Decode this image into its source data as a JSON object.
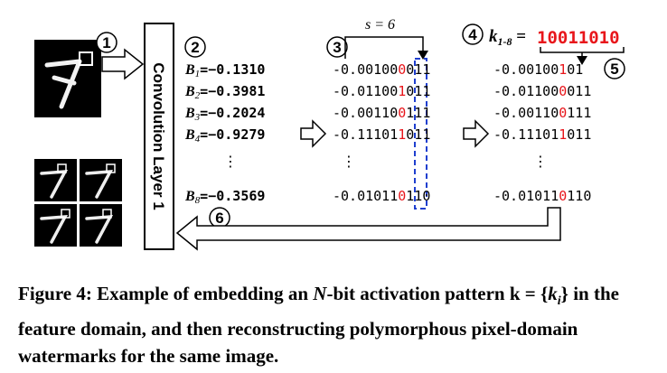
{
  "figure": {
    "layer_label": "Convolution Layer 1",
    "step_labels": [
      "1",
      "2",
      "3",
      "4",
      "5",
      "6"
    ],
    "shift_label": "s = 6",
    "key": {
      "label_main": "k",
      "label_sub": "1-8",
      "label_eq": " = ",
      "value": "10011010"
    },
    "b_labels": [
      {
        "main": "B",
        "sub": "1",
        "value": "=−0.1310"
      },
      {
        "main": "B",
        "sub": "2",
        "value": "=−0.3981"
      },
      {
        "main": "B",
        "sub": "3",
        "value": "=−0.2024"
      },
      {
        "main": "B",
        "sub": "4",
        "value": "=−0.9279"
      },
      {
        "main": "B",
        "sub": "8",
        "value": "=−0.3569"
      }
    ],
    "binary_original": [
      {
        "pre": "-0.00100",
        "bit": "0",
        "post": "011"
      },
      {
        "pre": "-0.01100",
        "bit": "1",
        "post": "011"
      },
      {
        "pre": "-0.00110",
        "bit": "0",
        "post": "111"
      },
      {
        "pre": "-0.11101",
        "bit": "1",
        "post": "011"
      },
      {
        "pre": "-0.01011",
        "bit": "0",
        "post": "110"
      }
    ],
    "binary_embedded": [
      {
        "pre": "-0.00100",
        "bit": "1",
        "post": "01"
      },
      {
        "pre": "-0.01100",
        "bit": "0",
        "post": "011"
      },
      {
        "pre": "-0.00110",
        "bit": "0",
        "post": "111"
      },
      {
        "pre": "-0.11101",
        "bit": "1",
        "post": "011"
      },
      {
        "pre": "-0.01011",
        "bit": "0",
        "post": "110"
      }
    ],
    "ellipsis": "⋮"
  },
  "caption": {
    "part1": "Figure 4: Example of embedding an ",
    "italic_n": "N",
    "part2": "-bit activation pattern k = {",
    "italic_k": "k",
    "italic_i": "i",
    "part3": "} in the feature domain, and then reconstructing polymorphous pixel-domain watermarks for the same image."
  },
  "colors": {
    "highlight": "#e8161b",
    "dashed": "#1f3fcf",
    "bg": "#ffffff",
    "ink": "#000000"
  }
}
